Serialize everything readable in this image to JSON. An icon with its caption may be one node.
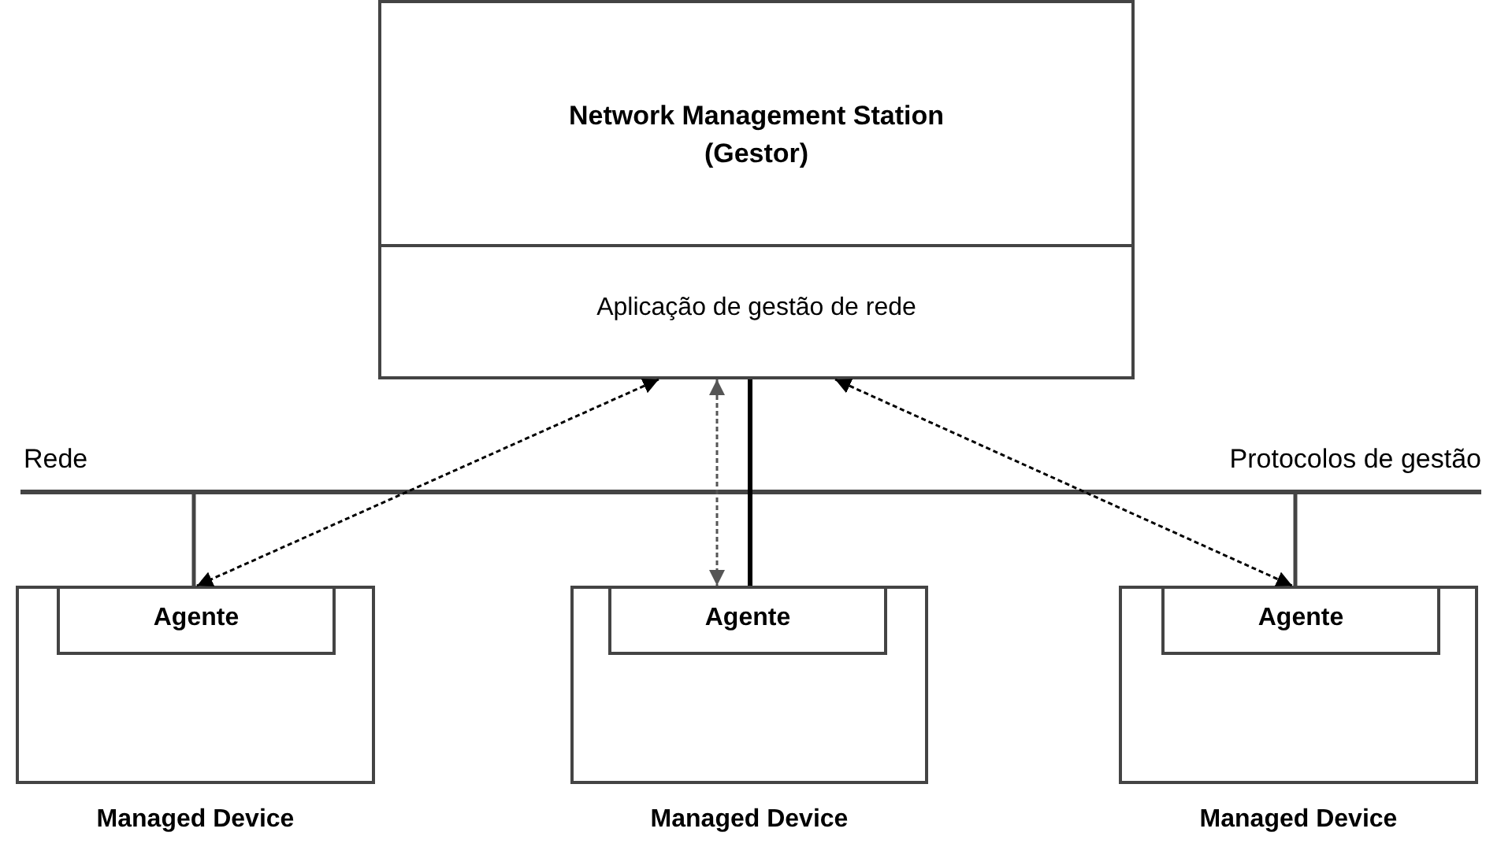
{
  "diagram": {
    "nodes": [
      {
        "text": [
          "Network Management Station (Gestor)"
        ]
      },
      {
        "text": [
          "Aplicação de gestão de rede"
        ],
        "in": 0
      },
      {
        "text": [],
        "shape": "bar",
        "beside": [
          "Rede",
          "Protocolos de gestão"
        ]
      },
      {
        "text": [
          "Managed Device"
        ]
      },
      {
        "text": [
          "Agente"
        ],
        "in": 3
      },
      {
        "text": [
          "Managed Device"
        ]
      },
      {
        "text": [
          "Agente"
        ],
        "in": 5
      },
      {
        "text": [
          "Managed Device"
        ]
      },
      {
        "text": [
          "Agente"
        ],
        "in": 7
      }
    ],
    "edges": [
      {
        "from": 2,
        "to": 4,
        "arrow": "none"
      },
      {
        "from": 0,
        "to": 6,
        "arrow": "none",
        "style": "thick"
      },
      {
        "from": 2,
        "to": 8,
        "arrow": "none"
      },
      {
        "from": 1,
        "to": 4,
        "arrow": "both",
        "style": "dashed"
      },
      {
        "from": 1,
        "to": 6,
        "arrow": "both",
        "style": "dashed",
        "color": "#555555"
      },
      {
        "from": 1,
        "to": 8,
        "arrow": "both",
        "style": "dashed"
      }
    ]
  }
}
